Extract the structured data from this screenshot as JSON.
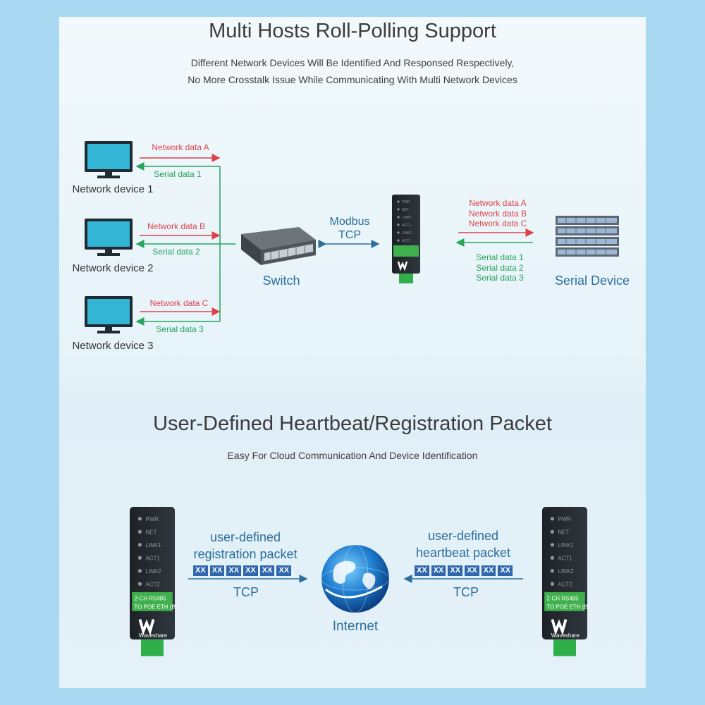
{
  "section1": {
    "title": "Multi Hosts Roll-Polling Support",
    "subtitle_line1": "Different Network Devices Will Be Identified And Responsed Respectively,",
    "subtitle_line2": "No More Crosstalk Issue While Communicating With Multi Network Devices",
    "devices": [
      {
        "label": "Network device 1",
        "network_data": "Network data A",
        "serial_data": "Serial data 1"
      },
      {
        "label": "Network device 2",
        "network_data": "Network data B",
        "serial_data": "Serial data 2"
      },
      {
        "label": "Network device 3",
        "network_data": "Network data C",
        "serial_data": "Serial data 3"
      }
    ],
    "switch_label": "Switch",
    "modbus_label_1": "Modbus",
    "modbus_label_2": "TCP",
    "right_network_data": [
      "Network data A",
      "Network data B",
      "Network data C"
    ],
    "right_serial_data": [
      "Serial data 1",
      "Serial data 2",
      "Serial data 3"
    ],
    "serial_device_label": "Serial Device"
  },
  "section2": {
    "title": "User-Defined Heartbeat/Registration Packet",
    "subtitle": "Easy For Cloud Communication And Device Identification",
    "left_packet_line1": "user-defined",
    "left_packet_line2": "registration packet",
    "right_packet_line1": "user-defined",
    "right_packet_line2": "heartbeat packet",
    "packet_bytes": [
      "XX",
      "XX",
      "XX",
      "XX",
      "XX",
      "XX"
    ],
    "tcp_label": "TCP",
    "internet_label": "Internet"
  },
  "converter_device": {
    "leds": [
      "PWR",
      "NET",
      "LINK1",
      "ACT1",
      "LINK2",
      "ACT2"
    ],
    "model_line1": "2-CH RS485",
    "model_line2": "TO POE ETH (B)",
    "brand": "Waveshare"
  },
  "colors": {
    "background": "#a9d8f2",
    "network_arrow": "#e0424a",
    "serial_arrow": "#27a35c",
    "tcp_arrow": "#2d6f9b",
    "packet_byte": "#2f67ad",
    "device_label_green": "#3fb04c"
  }
}
